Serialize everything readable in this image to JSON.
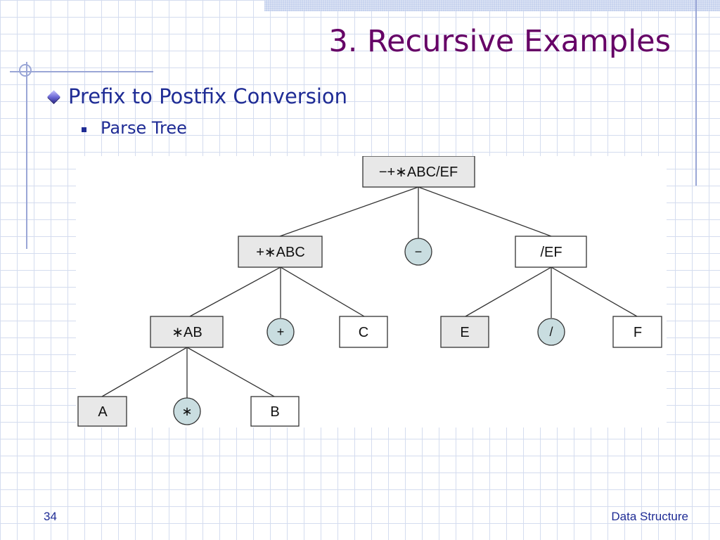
{
  "slide": {
    "title": "3. Recursive Examples",
    "bullet1": "Prefix to Postfix Conversion",
    "bullet2": "Parse Tree",
    "page_number": "34",
    "footer_text": "Data Structure"
  },
  "colors": {
    "title": "#660066",
    "bullet_text": "#1f2c95",
    "shaded_box": "#e8e8e8",
    "operator_circle": "#c9dde0",
    "grid": "#d4dcef"
  },
  "tree": {
    "root": "−+∗ABC/EF",
    "level1": {
      "left": "+∗ABC",
      "middle": "−",
      "right": "/EF"
    },
    "level2_left": {
      "left": "∗AB",
      "middle": "+",
      "right": "C"
    },
    "level2_right": {
      "left": "E",
      "middle": "/",
      "right": "F"
    },
    "level3": {
      "left": "A",
      "middle": "∗",
      "right": "B"
    }
  }
}
